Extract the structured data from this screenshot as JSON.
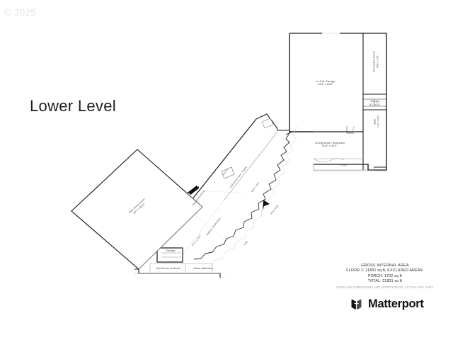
{
  "watermark": "© 2025",
  "title": "Lower Level",
  "brand": {
    "name": "Matterport",
    "mark_icon": "matterport-logo-icon"
  },
  "area_summary": {
    "heading": "GROSS INTERNAL AREA",
    "floor_line": "FLOOR 1: 21831 sq ft, EXCLUDED AREAS:",
    "porch_line": "PORCH: 1702 sq ft",
    "total_line": "TOTAL: 21831 sq ft",
    "disclaimer": "SIZES AND DIMENSIONS ARE APPROXIMATE, ACTUAL MAY VARY."
  },
  "rooms": [
    {
      "id": "garage",
      "name": "xx Car Garage",
      "dimensions": "64'6\" x 62'8\""
    },
    {
      "id": "recreation",
      "name": "Recreation Room",
      "dimensions": "46'8\" x 14'1\""
    },
    {
      "id": "closet",
      "name": "Storage",
      "dimensions": "9'1\" x 5'4\""
    },
    {
      "id": "bath",
      "name": "Bath",
      "dimensions": "14'3\" x 8'0\""
    },
    {
      "id": "living",
      "name": "Living Area / Bedroom",
      "dimensions": "50'6\" x 44'5\""
    },
    {
      "id": "porch",
      "name": "Porch",
      "dimensions": ""
    },
    {
      "id": "greatroom",
      "name": "Main Great Room",
      "dimensions": "60'7\" x 58'10\""
    },
    {
      "id": "gallery",
      "name": "Gallery / Pedestrian",
      "dimensions": ""
    },
    {
      "id": "unfinished",
      "name": "Unfinished Area / Stable",
      "dimensions": ""
    },
    {
      "id": "mechanical",
      "name": "Mechanical Room",
      "dimensions": ""
    },
    {
      "id": "storage2",
      "name": "Storage",
      "dimensions": ""
    },
    {
      "id": "mudroom",
      "name": "Mud Room w/ Bench",
      "dimensions": ""
    },
    {
      "id": "halfbath",
      "name": "Visitor Bathroom",
      "dimensions": ""
    },
    {
      "id": "terrace",
      "name": "Terrace",
      "dimensions": ""
    },
    {
      "id": "garden_path",
      "name": "Path",
      "dimensions": ""
    },
    {
      "id": "rockwall",
      "name": "Rock Wall",
      "dimensions": ""
    }
  ],
  "dimension_labels": [
    {
      "id": "dim-center-upper",
      "text": "43'1\" x 9'4\""
    },
    {
      "id": "dim-center-lower",
      "text": "47'1\" x 30'2\""
    }
  ]
}
